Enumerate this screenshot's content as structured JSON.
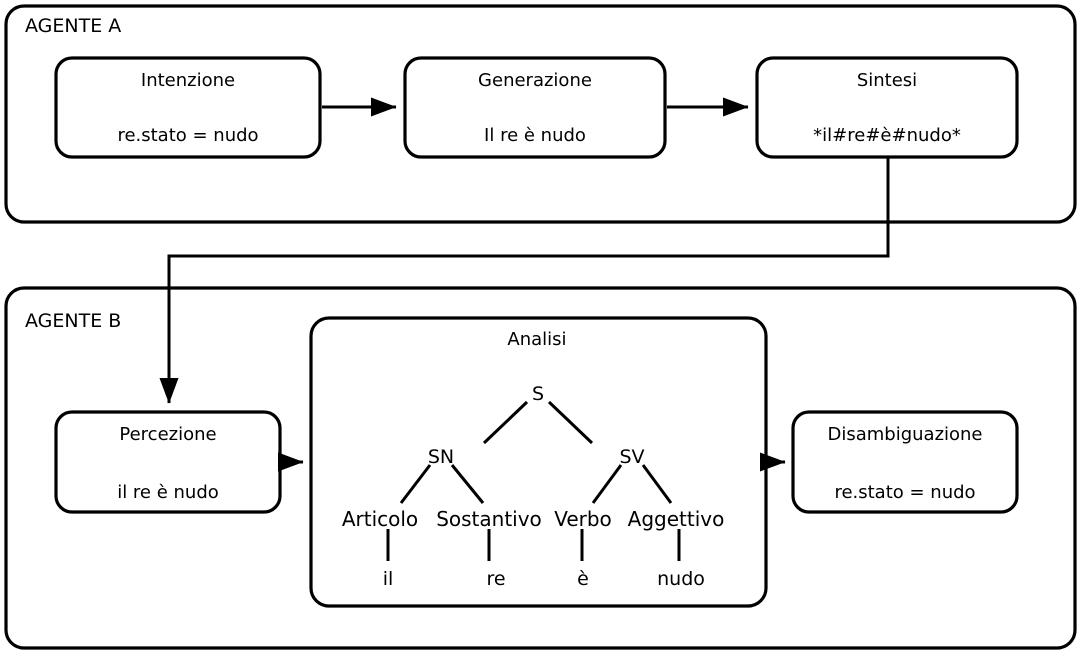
{
  "diagram": {
    "agents": [
      {
        "id": "agent-a",
        "label": "AGENTE A",
        "nodes": [
          {
            "id": "intenzione",
            "title": "Intenzione",
            "value": "re.stato = nudo"
          },
          {
            "id": "generazione",
            "title": "Generazione",
            "value": "Il re è nudo"
          },
          {
            "id": "sintesi",
            "title": "Sintesi",
            "value": "*il#re#è#nudo*"
          }
        ]
      },
      {
        "id": "agent-b",
        "label": "AGENTE B",
        "nodes": [
          {
            "id": "percezione",
            "title": "Percezione",
            "value": "il re è nudo"
          },
          {
            "id": "disambiguazione",
            "title": "Disambiguazione",
            "value": "re.stato = nudo"
          }
        ],
        "analysis": {
          "title": "Analisi",
          "tree": {
            "root": "S",
            "phrases": [
              {
                "id": "sn",
                "label": "SN"
              },
              {
                "id": "sv",
                "label": "SV"
              }
            ],
            "pos_tags": [
              {
                "id": "articolo",
                "label": "Articolo",
                "word": "il"
              },
              {
                "id": "sostantivo",
                "label": "Sostantivo",
                "word": "re"
              },
              {
                "id": "verbo",
                "label": "Verbo",
                "word": "è"
              },
              {
                "id": "aggettivo",
                "label": "Aggettivo",
                "word": "nudo"
              }
            ]
          }
        }
      }
    ],
    "colors": {
      "stroke": "#000000",
      "background": "#ffffff"
    }
  }
}
